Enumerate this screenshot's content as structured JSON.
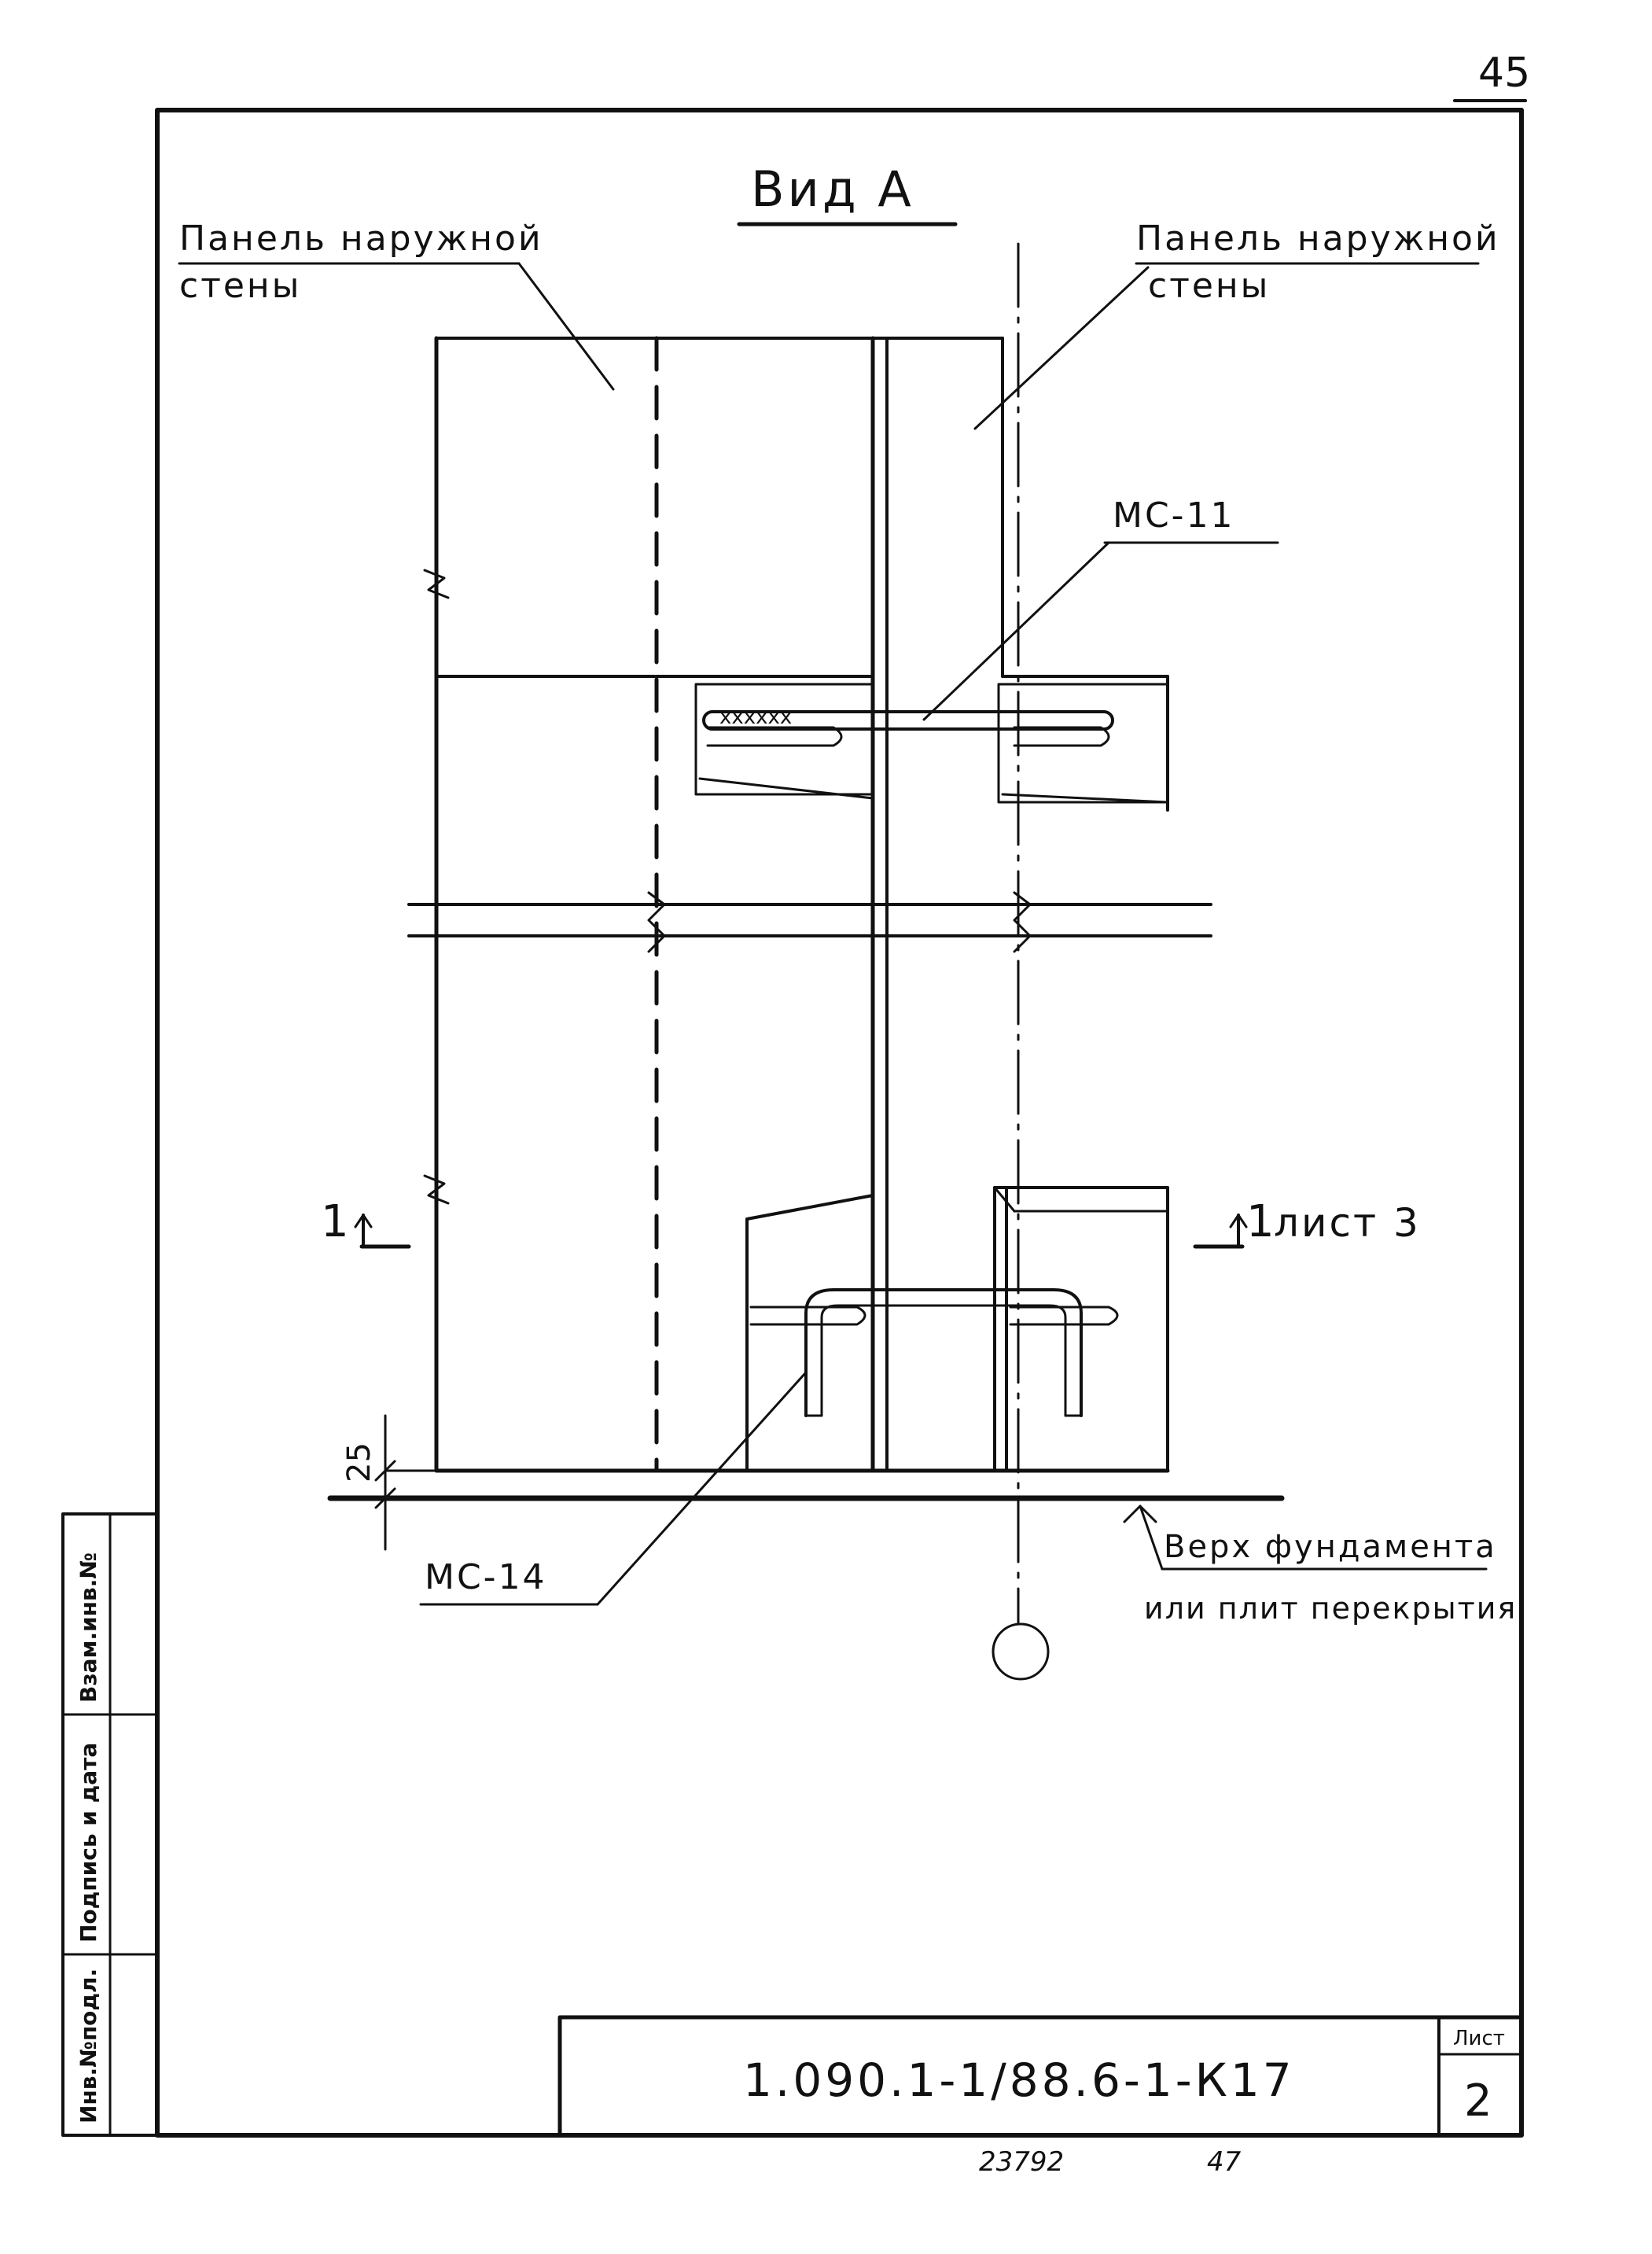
{
  "page_number": "45",
  "view_title": "Вид А",
  "labels": {
    "panel_left": [
      "Панель наружной",
      "стены"
    ],
    "panel_right": [
      "Панель наружной",
      "стены"
    ],
    "mc11": "МС-11",
    "mc14": "МС-14",
    "foundation": [
      "Верх фундамента",
      "или плит перекрытия"
    ],
    "section_left": "1",
    "section_right": "1",
    "section_sheet": "лист 3",
    "dimension": "25"
  },
  "side_stamp": [
    "Инв.№подл.",
    "Подпись и дата",
    "Взам.инв.№"
  ],
  "title_block": {
    "doc_code": "1.090.1-1/88.6-1-К17",
    "sheet_label": "Лист",
    "sheet_number": "2"
  },
  "bottom_note": [
    "23792",
    "47"
  ]
}
